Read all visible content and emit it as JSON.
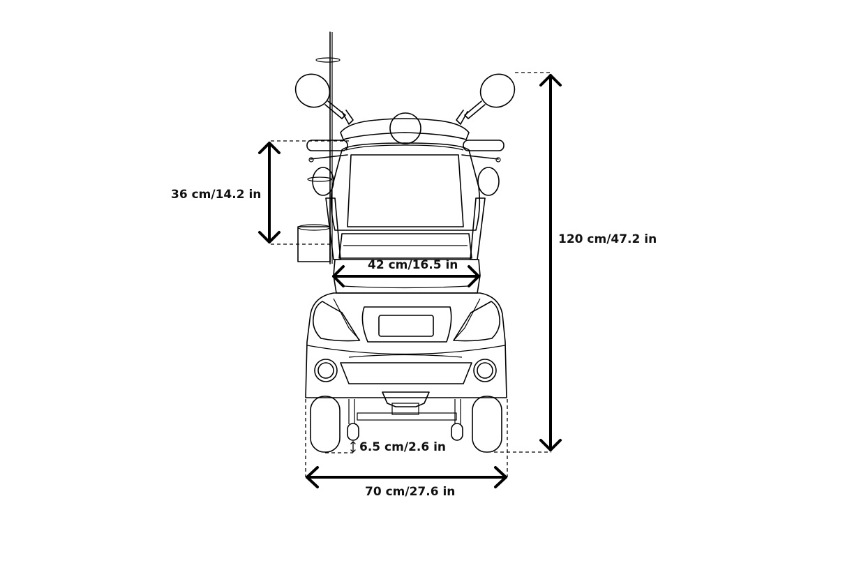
{
  "dimensions": {
    "backrest_height": "36 cm/14.2 in",
    "total_height": "120 cm/47.2 in",
    "seat_width": "42 cm/16.5 in",
    "ground_clearance": "6.5 cm/2.6 in",
    "total_width": "70 cm/27.6 in"
  },
  "colors": {
    "line": "#000000",
    "background": "#ffffff"
  }
}
